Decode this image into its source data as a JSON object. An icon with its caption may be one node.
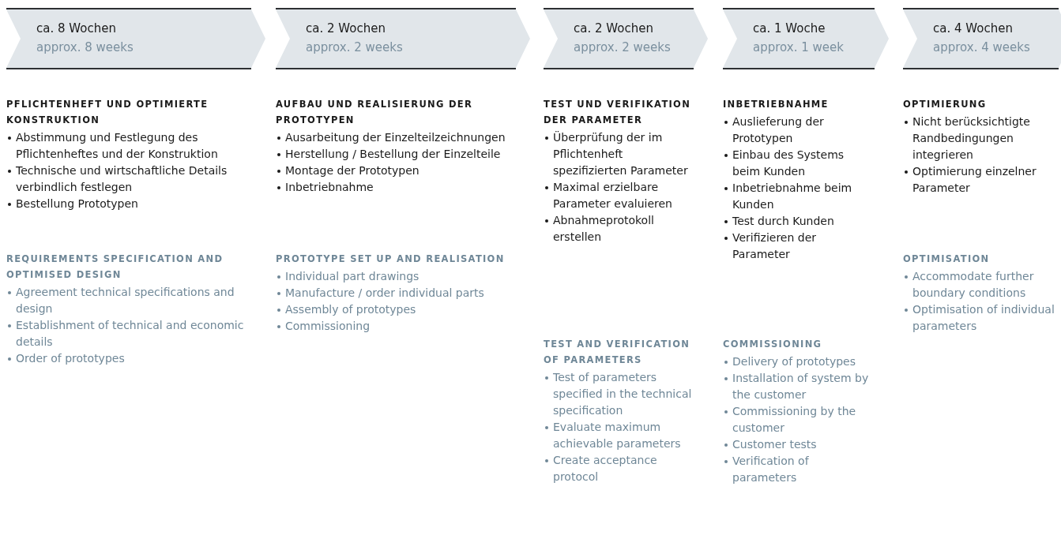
{
  "diagram": {
    "nodes": [
      {
        "text": [
          "ca. 8 Wochen",
          "approx. 8 weeks"
        ]
      },
      {
        "text": [
          "ca. 2 Wochen",
          "approx. 2 weeks"
        ]
      },
      {
        "text": [
          "ca. 2 Wochen",
          "approx. 2 weeks"
        ]
      },
      {
        "text": [
          "ca. 1 Woche",
          "approx. 1 week"
        ]
      },
      {
        "text": [
          "ca. 4 Wochen",
          "approx. 4 weeks"
        ]
      }
    ],
    "labels": [
      "PFLICHTENHEFT UND OPTIMIERTE KONSTRUKTION",
      "Abstimmung und Festlegung des Pflichtenheftes und der Konstruktion",
      "Technische und wirtschaftliche Details verbindlich festlegen",
      "Bestellung Prototypen",
      "REQUIREMENTS SPECIFICATION AND OPTIMISED DESIGN",
      "Agreement technical specifications and design",
      "Establishment of technical and economic details",
      "Order of prototypes",
      "AUFBAU UND REALISIERUNG DER PROTOTYPEN",
      "Ausarbeitung der Einzelteilzeichnungen",
      "Herstellung / Bestellung der Einzelteile",
      "Montage der Prototypen",
      "Inbetriebnahme",
      "PROTOTYPE SET UP AND REALISATION",
      "Individual part drawings",
      "Manufacture / order individual parts",
      "Assembly of prototypes",
      "Commissioning",
      "TEST UND VERIFIKATION DER PARAMETER",
      "Überprüfung der im Pflichtenheft spezifizierten Parameter",
      "Maximal erzielbare Parameter evaluieren",
      "Abnahmeprotokoll erstellen",
      "TEST AND VERIFICATION OF PARAMETERS",
      "Test of parameters specified in the technical specification",
      "Evaluate maximum achievable parameters",
      "Create acceptance protocol",
      "INBETRIEBNAHME",
      "Auslieferung der Prototypen",
      "Einbau des Systems beim Kunden",
      "Inbetriebnahme beim Kunden",
      "Test durch Kunden",
      "Verifizieren der Parameter",
      "COMMISSIONING",
      "Delivery of prototypes",
      "Installation of system by the customer",
      "Commissioning by the customer",
      "Customer tests",
      "Verification of parameters",
      "OPTIMIERUNG",
      "Nicht berücksichtigte Randbedingungen integrieren",
      "Optimierung einzelner Parameter",
      "OPTIMISATION",
      "Accommodate further boundary conditions",
      "Optimisation of individual parameters"
    ]
  }
}
